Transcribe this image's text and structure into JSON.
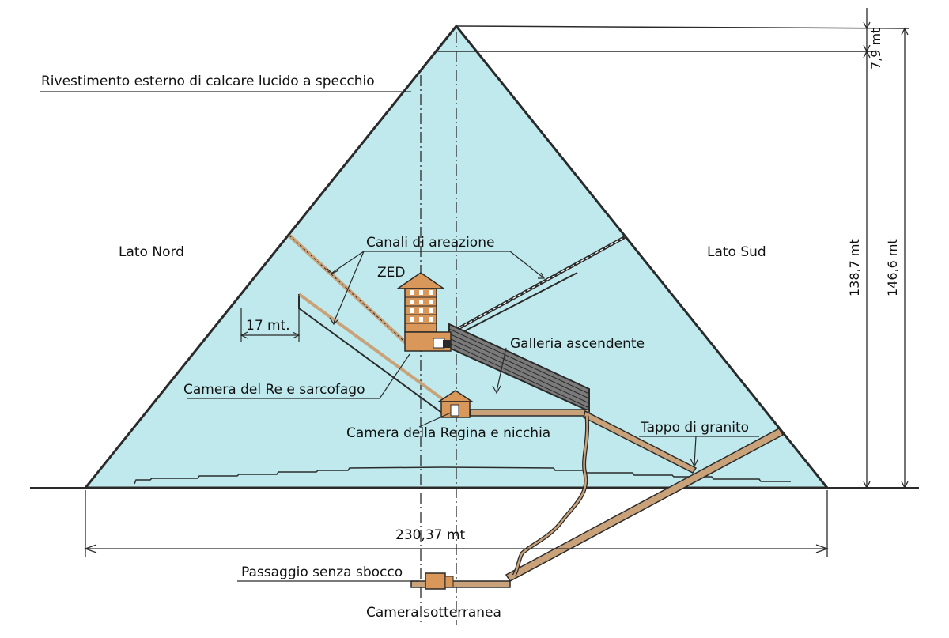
{
  "labels": {
    "casing": "Rivestimento esterno di calcare lucido a specchio",
    "north_side": "Lato Nord",
    "south_side": "Lato Sud",
    "air_shafts": "Canali di areazione",
    "zed": "ZED",
    "offset_17": "17 mt.",
    "grand_gallery": "Galleria ascendente",
    "kings_chamber": "Camera del Re e sarcofago",
    "queens_chamber": "Camera della Regina e nicchia",
    "granite_plug": "Tappo di granito",
    "base_width": "230,37 mt",
    "dead_end": "Passaggio senza sbocco",
    "subterranean": "Camera sotterranea",
    "height_cap": "7,9 mt",
    "height_built": "138,7 mt",
    "height_total": "146,6 mt"
  },
  "colors": {
    "pyramid_fill": "#bfe9ec",
    "outline": "#2a2a2a",
    "passage": "#c9a27a",
    "chamber": "#d9985a",
    "text": "#111111"
  }
}
